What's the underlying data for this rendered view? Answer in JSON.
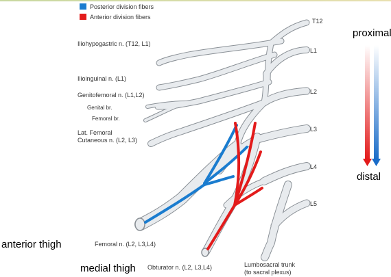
{
  "legend": {
    "posterior": {
      "label": "Posterior division fibers",
      "color": "#1a7ccf"
    },
    "anterior": {
      "label": "Anterior division fibers",
      "color": "#e31b1b"
    }
  },
  "levels": {
    "t12": "T12",
    "l1": "L1",
    "l2": "L2",
    "l3": "L3",
    "l4": "L4",
    "l5": "L5"
  },
  "nerves": {
    "iliohypogastric": "Iliohypogastric n. (T12, L1)",
    "ilioinguinal": "Ilioinguinal n. (L1)",
    "genitofemoral": "Genitofemoral n. (L1,L2)",
    "genital_br": "Genital br.",
    "femoral_br": "Femoral br.",
    "lat_femoral_1": "Lat. Femoral",
    "lat_femoral_2": "Cutaneous n. (L2, L3)",
    "femoral": "Femoral n. (L2, L3,L4)",
    "obturator": "Obturator n. (L2, L3,L4)",
    "lumbosacral_1": "Lumbosacral trunk",
    "lumbosacral_2": "(to sacral plexus)"
  },
  "annotations": {
    "proximal": "proximal",
    "distal": "distal",
    "anterior_thigh": "anterior thigh",
    "medial_thigh": "medial thigh"
  },
  "colors": {
    "nerve_fill": "#e8ebee",
    "nerve_outline": "#8a9096"
  }
}
